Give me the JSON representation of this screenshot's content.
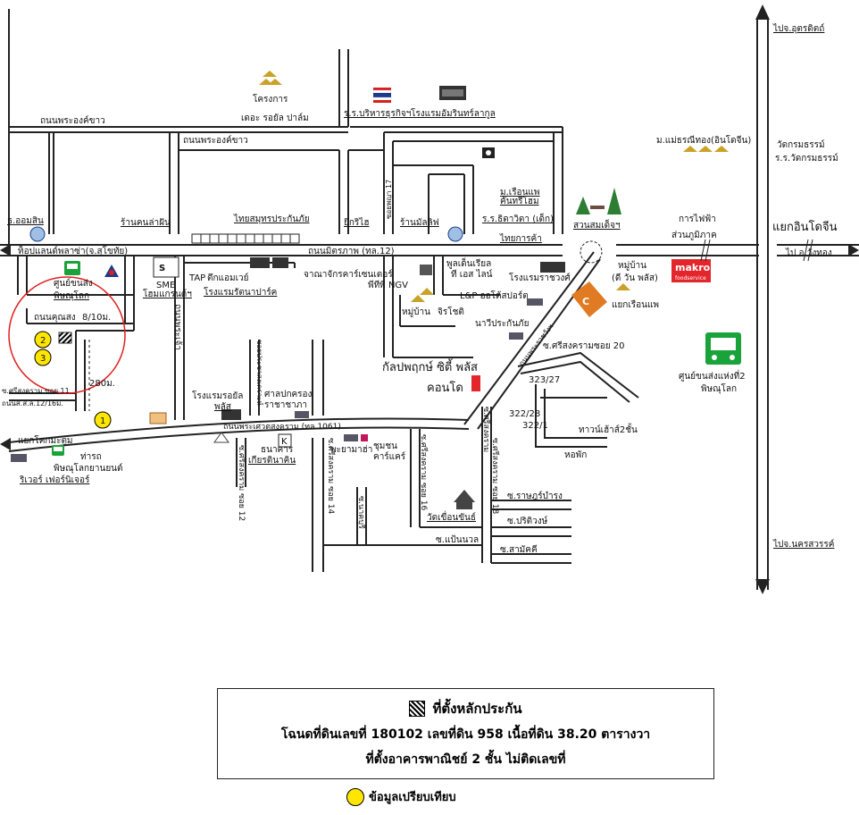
{
  "labels": {
    "road_phra_ong_khao_1": "ถนนพระองค์ขาว",
    "road_phra_ong_khao_2": "ถนนพระองค์ขาว",
    "korakan": "โครงการ",
    "royal_palm": "เดอะ รอยัล ปาล์ม",
    "business_school": "ร.ร.บริหารธุรกิจฯ",
    "amarin_hotel": "โรงแรมอัมรินทร์ลากูล",
    "mae_thani": "ม.แม่ธรณีทอง(อินโดจีน)",
    "wat_krom": "วัดกรมธรรม์",
    "wat_krom_school": "ร.ร.วัดกรมธรรม์",
    "to_uttaradit": "ไปจ.อุตรดิตถ์",
    "gas_station": "ธ.ออมสิน",
    "rice_shop": "ร้านคนล่าฝัน",
    "thai_insurance": "ไทยสมุทรประกันภัย",
    "yok": "ยึกริไฮ",
    "cafe": "ร้านมัลลิฟ",
    "soi17": "ซอยพญา 17",
    "m_hotel": "ม.เรือนแพ",
    "m_hotel2": "คันทรีโฮม",
    "rr_thida": "ร.ร.ธิดาวิตา (เด็ก)",
    "thai_com": "ไทยการค้า",
    "park": "สวนสมเด็จฯ",
    "electric1": "การไฟฟ้า",
    "electric2": "ส่วนภูมิภาค",
    "indochina_junction": "แยกอินโดจีน",
    "to_wangthong": "ไป อ.วังทอง",
    "top_land": "ท็อปแลนด์พลาซ่า(จ.สุโขทัย)",
    "road_mitraphap": "ถนนมิตรภาพ (ทล.12)",
    "jana_chai": "จาณาจักรคาร์เซนเตอร์",
    "pttp": "พีทีพี NGV",
    "pool_villa": "พูลเด็นเรียล",
    "ts_line": "ที เอส ไลน์",
    "rachawat_hotel": "โรงแรมราชวงศ์",
    "moo_ban": "หมู่บ้าน",
    "d_one": "(ดี วัน พลัส)",
    "makro": "makro",
    "makro_sub": "foodservice",
    "bus_terminal": "ศูนย์ขนส่ง",
    "bus_terminal2": "พิษณุโลก",
    "sme": "SME",
    "home_grand": "โฮมแกรนด์ฯ",
    "tap": "TAP",
    "stamwell": "ตึกแอมเวย์",
    "rattana_hotel": "โรงแรมรัตนาปาร์ค",
    "road_khunsong": "ถนนคุณสง",
    "dist_810": "8/10ม.",
    "mark2": "2",
    "mark3": "3",
    "road_phra_chao": "ถนนพระเจ้า",
    "dist_280": "280ม.",
    "soi_sing_11": "ซ.ศรีสงคราม ซอย 11",
    "soi_s12": "ถนนส.ส.ล.12/16ม.",
    "mark1": "1",
    "nonthaburi": "ถนนพระราชวังฯ",
    "moo_ban2": "หมู่บ้าน",
    "jiruchoti": "จิรโชติ",
    "lp_supply": "L&P ออโต้สปอร์ต",
    "kasikorn": "นาวีประกันภัย",
    "soi20": "ซ.ศรีสงครามซอย 20",
    "kalapa": "กัลปพฤกษ์ ซิตี้ พลัส",
    "condo": "คอนโด",
    "yaek_ruen": "แยกเรือนแพ",
    "bus2": "ศูนย์ขนส่งแห่งที่2",
    "bus2b": "พิษณุโลก",
    "hotel_ruenthip": "โรงแรมรอยัล",
    "plus": "พลัส",
    "village_office": "ศาลปกครอง",
    "rachai": "ราชาชาภา",
    "soi_1323": "323/27",
    "soi_322": "322/28",
    "soi_3221": "322/1",
    "town_ruen": "ทาวน์เฮ้าส์2ชั้น",
    "hoa": "หอพัก",
    "yaek_tak": "แยกโคกมะตูม",
    "river_hotel": "ริเวอร์ เฟอร์นิเจอร์",
    "tharod": "ท่ารถ",
    "phitsanulok_yon": "พิษณุโลกยานยนต์",
    "road_sisongkhram": "ถนนพระเศวตสงคราม (ทล.1061)",
    "bank_krung": "ธนาคาร",
    "bank_k": "เกียรตินาคิน",
    "pha_yama": "พะยามาฮ่า",
    "chumthai": "ชุมชน",
    "cart_care": "คาร์แคร์",
    "soi12": "ซ.ศรีสงคราม ซอย 12",
    "soi14": "ซ.ศรีสงคราม ซอย 14",
    "soi16": "ซ.ศรีสงคราม ซอย 16",
    "soi18": "ซ.ศรีสงคราม ซอย 18",
    "soi_mid": "ซ.นาคบุรี",
    "soi_lower": "ซ.ศรีสงคราม",
    "wat_khun": "วัดเขื่อนขันธ์",
    "s_rat": "ซ.ราษฎร์บำรุง",
    "s_pri": "ซ.ปริติวงษ์",
    "s_paeng": "ซ.แป้นนวล",
    "s_samak": "ซ.สามัคคี",
    "to_nakhon": "ไปจ.นครสวรรค์",
    "soi_vert": "ซอยประชาสงเคราะห์"
  },
  "legend": {
    "title": "ที่ตั้งหลักประกัน",
    "line2": "โฉนดที่ดินเลขที่ 180102 เลขที่ดิน 958 เนื้อที่ดิน 38.20 ตารางวา",
    "line3": "ที่ตั้งอาคารพาณิชย์ 2 ชั้น ไม่ติดเลขที่"
  },
  "compare_note": "ข้อมูลเปรียบเทียบ",
  "colors": {
    "marker_yellow": "#ffe600",
    "circle_red": "#e02020",
    "bus_green": "#1aa33a",
    "makro_red": "#e3262b",
    "flag_red": "#d81e1e",
    "flag_blue": "#1b3c8c"
  }
}
